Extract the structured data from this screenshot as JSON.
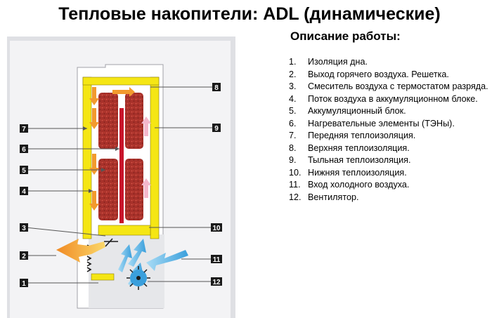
{
  "title": "Тепловые накопители: ADL (динамические)",
  "description": {
    "heading": "Описание работы:",
    "items": [
      {
        "num": "1.",
        "text": "Изоляция дна."
      },
      {
        "num": "2.",
        "text": "Выход горячего воздуха. Решетка."
      },
      {
        "num": "3.",
        "text": "Смеситель воздуха с термостатом разряда."
      },
      {
        "num": "4.",
        "text": "Поток воздуха в аккумуляционном блоке."
      },
      {
        "num": "5.",
        "text": "Аккумуляционный блок."
      },
      {
        "num": "6.",
        "text": "Нагревательные элементы (ТЭНы)."
      },
      {
        "num": "7.",
        "text": "Передняя теплоизоляция."
      },
      {
        "num": "8.",
        "text": "Верхняя теплоизоляция."
      },
      {
        "num": "9.",
        "text": "Тыльная теплоизоляция."
      },
      {
        "num": "10.",
        "text": "Нижняя теплоизоляция."
      },
      {
        "num": "11.",
        "text": "Вход холодного воздуха."
      },
      {
        "num": "12.",
        "text": "Вентилятор."
      }
    ]
  },
  "diagram": {
    "left_labels": [
      "7",
      "6",
      "5",
      "4",
      "3",
      "2",
      "1"
    ],
    "right_labels": [
      "8",
      "9",
      "10",
      "11",
      "12"
    ]
  },
  "colors": {
    "insulation": "#f5e614",
    "brick": "#a8312a",
    "heater": "#c8142a",
    "hot_air": "#f29a2e",
    "cold_air": "#6cbde8",
    "casing": "#dfe0e4",
    "label_box": "#1a1a1a"
  }
}
